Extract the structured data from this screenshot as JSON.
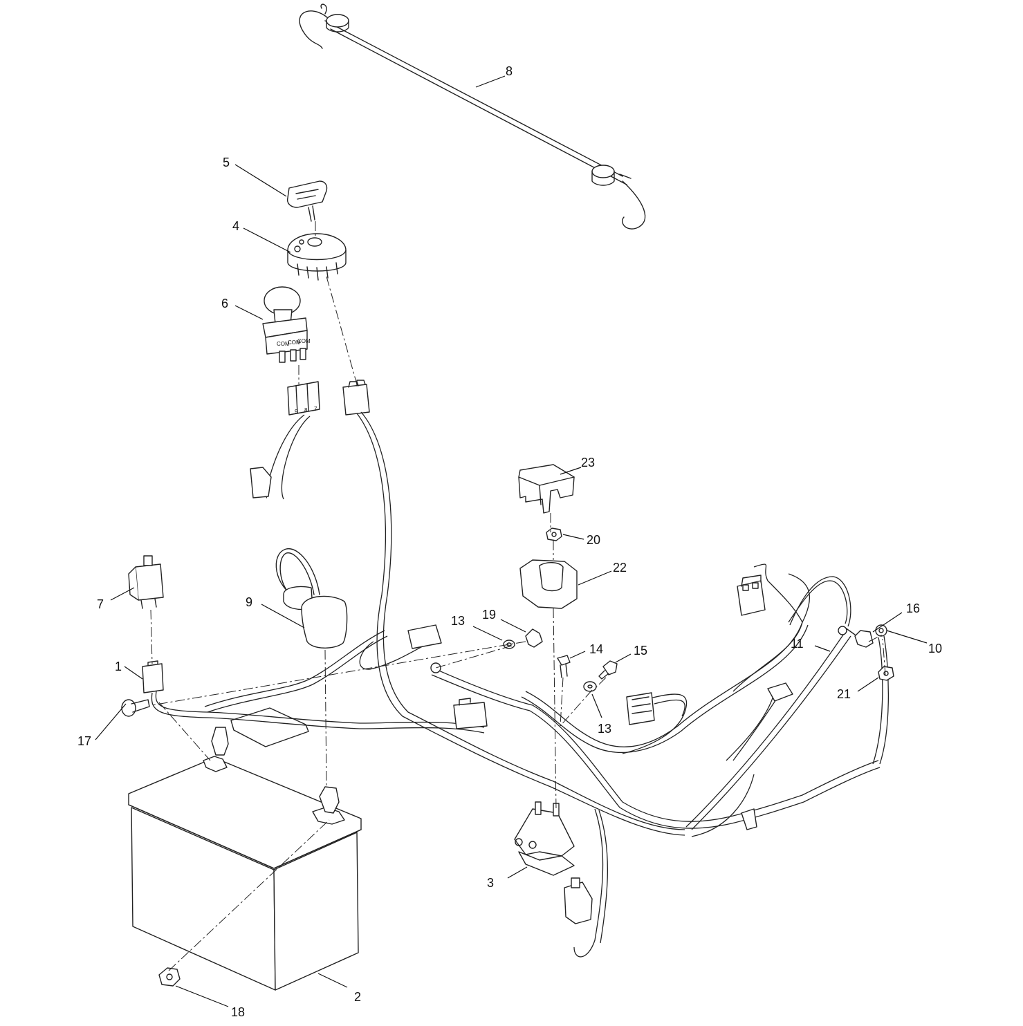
{
  "callouts": [
    {
      "id": "c1",
      "label": "1"
    },
    {
      "id": "c2",
      "label": "2"
    },
    {
      "id": "c3",
      "label": "3"
    },
    {
      "id": "c4",
      "label": "4"
    },
    {
      "id": "c5",
      "label": "5"
    },
    {
      "id": "c6",
      "label": "6"
    },
    {
      "id": "c7",
      "label": "7"
    },
    {
      "id": "c8",
      "label": "8"
    },
    {
      "id": "c9",
      "label": "9"
    },
    {
      "id": "c10",
      "label": "10"
    },
    {
      "id": "c11",
      "label": "11"
    },
    {
      "id": "c13a",
      "label": "13"
    },
    {
      "id": "c13b",
      "label": "13"
    },
    {
      "id": "c14",
      "label": "14"
    },
    {
      "id": "c15",
      "label": "15"
    },
    {
      "id": "c16",
      "label": "16"
    },
    {
      "id": "c17",
      "label": "17"
    },
    {
      "id": "c18",
      "label": "18"
    },
    {
      "id": "c19",
      "label": "19"
    },
    {
      "id": "c20",
      "label": "20"
    },
    {
      "id": "c21",
      "label": "21"
    },
    {
      "id": "c22",
      "label": "22"
    },
    {
      "id": "c23",
      "label": "23"
    }
  ],
  "connector_pins": [
    "9",
    "8",
    "7"
  ],
  "switch_terminals": [
    "COM",
    "COM",
    "COM"
  ]
}
